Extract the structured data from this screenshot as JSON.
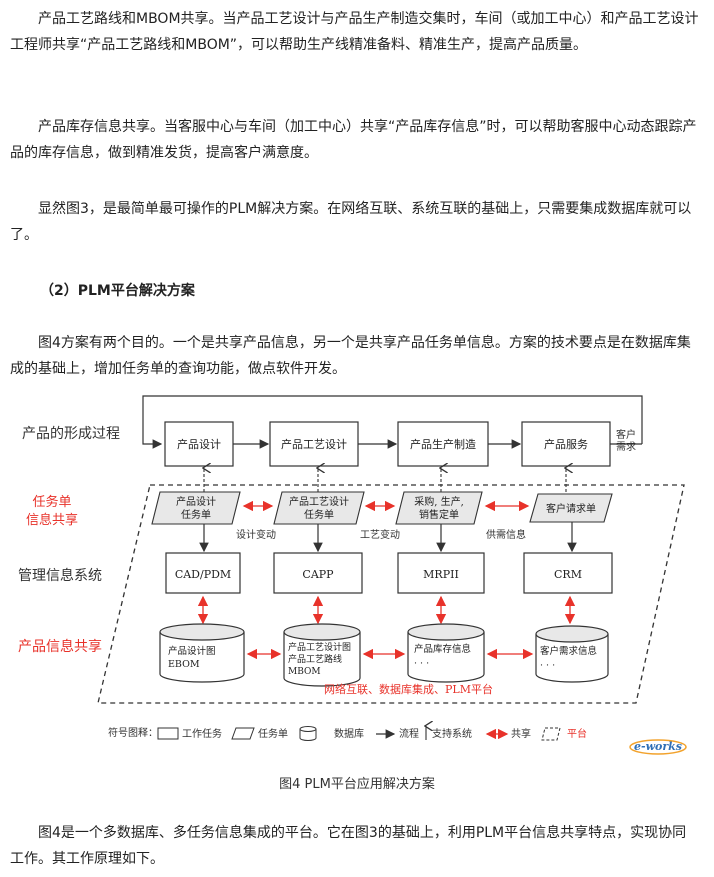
{
  "paragraphs": {
    "p1": "产品工艺路线和MBOM共享。当产品工艺设计与产品生产制造交集时，车间（或加工中心）和产品工艺设计工程师共享“产品工艺路线和MBOM”，可以帮助生产线精准备料、精准生产，提高产品质量。",
    "p2": "产品库存信息共享。当客服中心与车间（加工中心）共享“产品库存信息”时，可以帮助客服中心动态跟踪产品的库存信息，做到精准发货，提高客户满意度。",
    "p3": "显然图3，是最简单最可操作的PLM解决方案。在网络互联、系统互联的基础上，只需要集成数据库就可以了。",
    "heading": "（2）PLM平台解决方案",
    "p4": "图4方案有两个目的。一个是共享产品信息，另一个是共享产品任务单信息。方案的技术要点是在数据库集成的基础上，增加任务单的查询功能，做点软件开发。",
    "p5": "图4是一个多数据库、多任务信息集成的平台。它在图3的基础上，利用PLM平台信息共享特点，实现协同工作。其工作原理如下。"
  },
  "figure": {
    "caption": "图4 PLM平台应用解决方案",
    "row_labels": {
      "process": "产品的形成过程",
      "task_line1": "任务单",
      "task_line2": "信息共享",
      "mgmt": "管理信息系统",
      "info": "产品信息共享"
    },
    "process_boxes": [
      "产品设计",
      "产品工艺设计",
      "产品生产制造",
      "产品服务"
    ],
    "customer_demand": [
      "客户",
      "需求"
    ],
    "task_sheets": [
      [
        "产品设计",
        "任务单"
      ],
      [
        "产品工艺设计",
        "任务单"
      ],
      [
        "采购, 生产,",
        "销售定单"
      ],
      [
        "客户请求单"
      ]
    ],
    "systems": [
      "CAD/PDM",
      "CAPP",
      "MRPII",
      "CRM"
    ],
    "flow_labels": [
      "设计变动",
      "工艺变动",
      "供需信息"
    ],
    "databases": [
      [
        "产品设计图",
        "EBOM"
      ],
      [
        "产品工艺设计图",
        "产品工艺路线",
        "MBOM"
      ],
      [
        "产品库存信息",
        "· · ·"
      ],
      [
        "客户需求信息",
        "· · ·"
      ]
    ],
    "platform_label": "网络互联、数据库集成、PLM平台",
    "legend": {
      "title": "符号图释：",
      "work_task": "工作任务",
      "task_sheet": "任务单",
      "database": "数据库",
      "flow": "流程",
      "support": "支持系统",
      "share": "共享",
      "platform": "平台"
    },
    "logo_text": "e-works",
    "colors": {
      "red": "#e8322a",
      "gray_fill": "#e8e8e8",
      "line": "#333333"
    }
  }
}
